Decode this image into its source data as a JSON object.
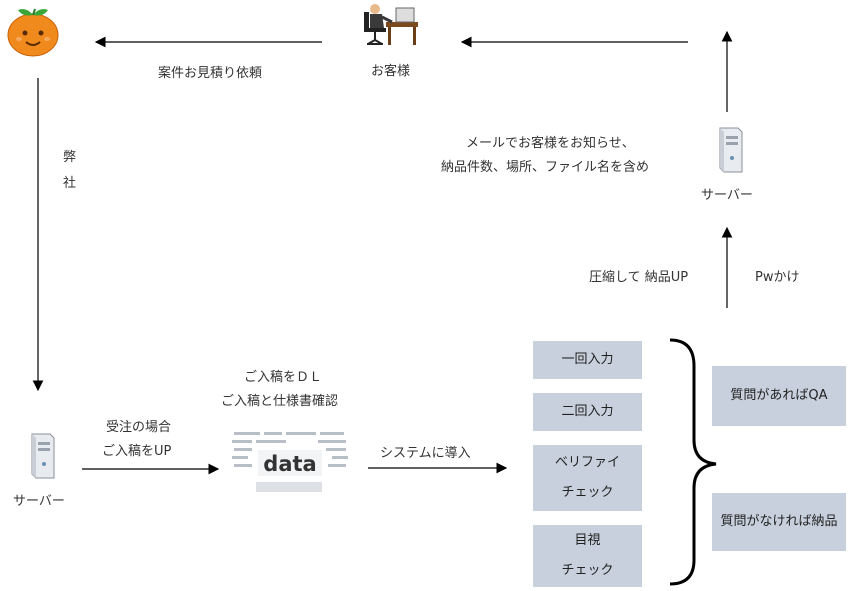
{
  "nodes": {
    "customer": "お客様",
    "our_company_line1": "弊",
    "our_company_line2": "社",
    "server_left": "サーバー",
    "server_right": "サーバー",
    "data_image_text": "data"
  },
  "edges": {
    "request_quote": "案件お見積り依頼",
    "order_line1": "受注の場合",
    "order_line2": "ご入稿をUP",
    "dl_line1": "ご入稿をＤＬ",
    "dl_line2": "ご入稿と仕様書確認",
    "system_import": "システムに導入",
    "compress": "圧縮して 納品UP",
    "password": "Pwかけ",
    "notify_line1": "メールでお客様をお知らせ、",
    "notify_line2": "納品件数、場所、ファイル名を含め"
  },
  "steps": {
    "first_input": "一回入力",
    "second_input": "二回入力",
    "verify_line1": "ベリファイ",
    "verify_line2": "チェック",
    "visual_line1": "目視",
    "visual_line2": "チェック"
  },
  "outcomes": {
    "has_questions": "質問があればQA",
    "no_questions": "質問がなければ納品"
  },
  "colors": {
    "box": "#c7d0dc",
    "arrow": "#000000",
    "orange": "#f08a1c",
    "leaf": "#3aa63a"
  }
}
